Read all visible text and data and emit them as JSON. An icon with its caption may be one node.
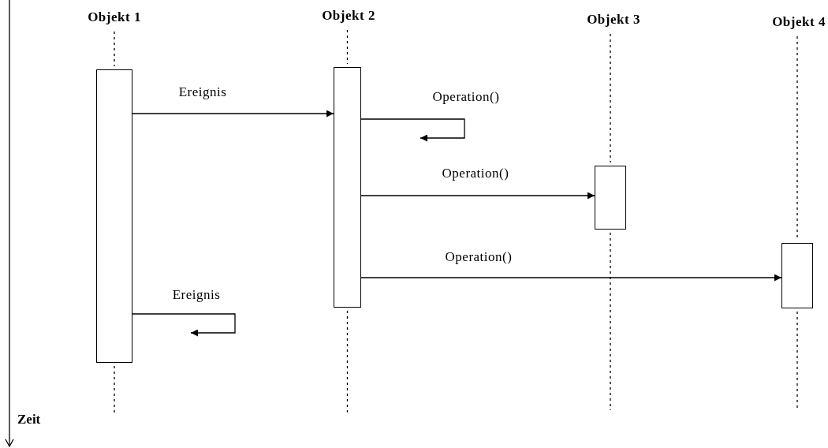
{
  "diagram": {
    "nodes": [
      {
        "text": [
          "Objekt 1"
        ]
      },
      {
        "text": [
          "Objekt 2"
        ]
      },
      {
        "text": [
          "Objekt 3"
        ]
      },
      {
        "text": [
          "Objekt 4"
        ]
      },
      {
        "text": [],
        "shape": "bar"
      },
      {
        "text": [],
        "shape": "bar"
      },
      {
        "text": [],
        "shape": "bar"
      },
      {
        "text": [],
        "shape": "bar"
      }
    ],
    "edges": [
      {
        "from": 0,
        "to": 4,
        "arrow": "none",
        "style": "dashed"
      },
      {
        "from": 1,
        "to": 5,
        "arrow": "none",
        "style": "dashed"
      },
      {
        "from": 2,
        "to": 6,
        "arrow": "none",
        "style": "dashed"
      },
      {
        "from": 3,
        "to": 7,
        "arrow": "none",
        "style": "dashed"
      },
      {
        "from": 4,
        "to": 5,
        "arrow": "to",
        "label": "Ereignis"
      },
      {
        "from": 5,
        "to": null,
        "arrow": "to",
        "label": "Operation()"
      },
      {
        "from": 5,
        "to": 6,
        "arrow": "to",
        "label": "Operation()"
      },
      {
        "from": 5,
        "to": 7,
        "arrow": "to",
        "label": "Operation()"
      },
      {
        "from": 4,
        "to": null,
        "arrow": "to",
        "label": "Ereignis"
      }
    ],
    "labels": [
      "Zeit"
    ]
  }
}
